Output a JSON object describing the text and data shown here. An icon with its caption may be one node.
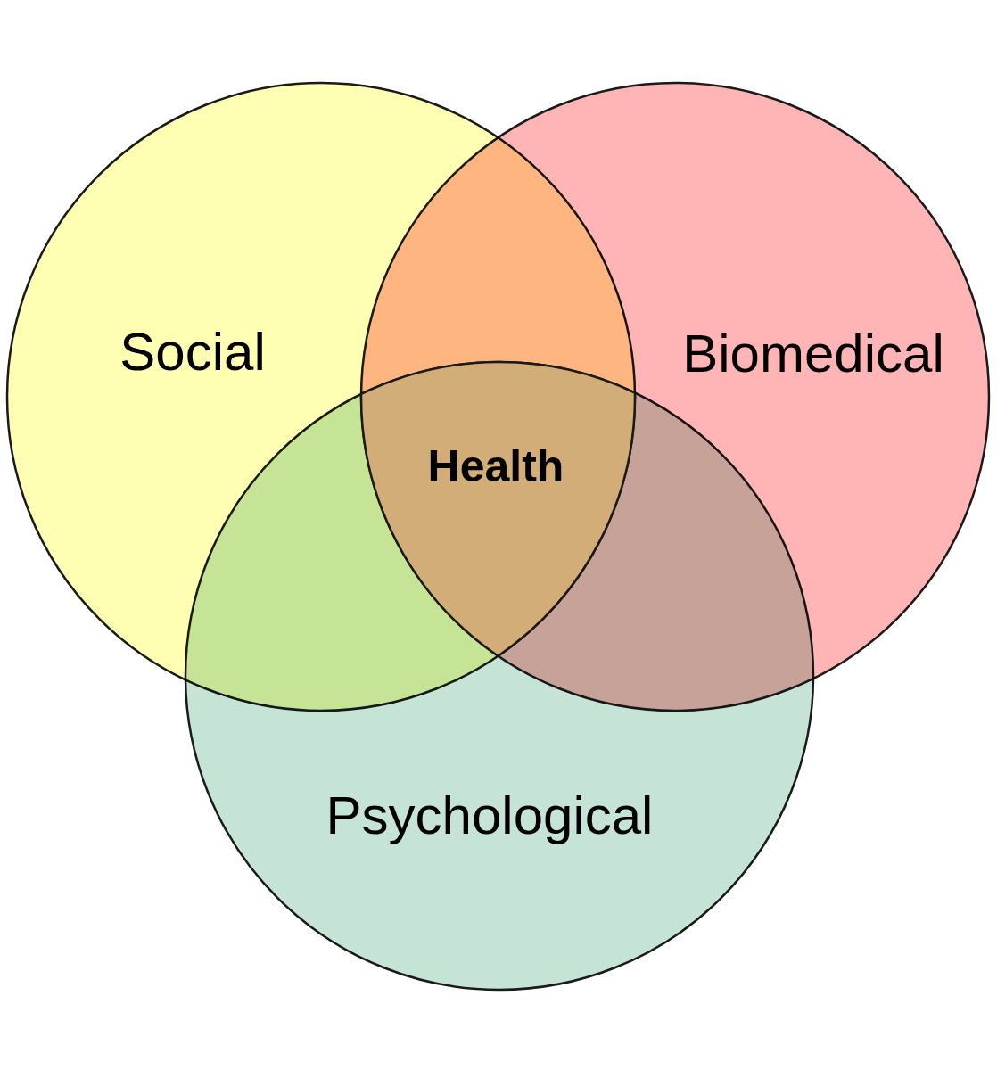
{
  "diagram": {
    "nodes": [
      {
        "text": [
          "Social"
        ]
      },
      {
        "text": [
          "Biomedical"
        ]
      },
      {
        "text": [
          "Psychological"
        ]
      },
      {
        "text": [
          "Health"
        ]
      }
    ]
  }
}
